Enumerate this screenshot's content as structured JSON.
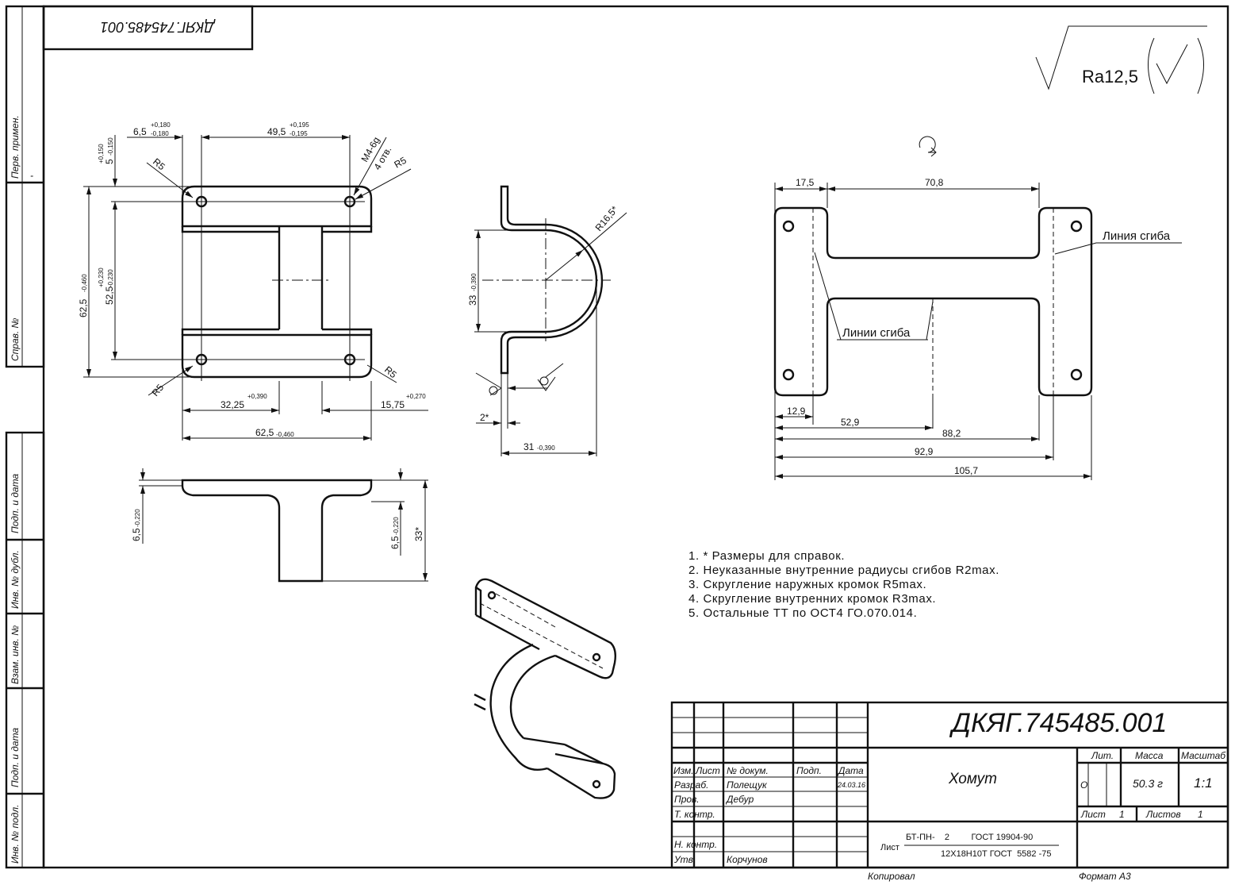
{
  "drawing": {
    "designation": "ДКЯГ.745485.001",
    "designation_rotated": "ДКЯГ.745485.001",
    "roughness": "Ra12,5"
  },
  "margin": {
    "perv_primen": "Перв. примен.",
    "perv_primen_value": "-",
    "sprav_no": "Справ. №",
    "podp_data_1": "Подп. и дата",
    "inv_dubl": "Инв. № дубл.",
    "vzam_inv": "Взам. инв. №",
    "podp_data_2": "Подп. и дата",
    "inv_podl": "Инв. № подл."
  },
  "front_view": {
    "d_6_5": "6,5",
    "d_6_5_up": "+0,180",
    "d_6_5_lo": "-0,180",
    "d_49_5": "49,5",
    "d_49_5_up": "+0,195",
    "d_49_5_lo": "-0,195",
    "d_5": "5",
    "d_5_up": "+0,150",
    "d_5_lo": "-0,150",
    "d_62_5v": "62,5",
    "d_62_5v_lo": "-0,460",
    "d_52_5": "52,5",
    "d_52_5_up": "+0,230",
    "d_52_5_lo": "-0,230",
    "thread": "М4-6g",
    "holes": "4 отв.",
    "r5": "R5",
    "d_32_25": "32,25",
    "d_32_25_up": "+0,390",
    "d_15_75": "15,75",
    "d_15_75_up": "+0,270",
    "d_62_5h": "62,5",
    "d_62_5h_lo": "-0,460"
  },
  "side_view": {
    "r16_5": "R16,5*",
    "d_33": "33",
    "d_33_lo": "-0,390",
    "d_2": "2*",
    "d_31": "31",
    "d_31_lo": "-0,390"
  },
  "bottom_view": {
    "d_6_5a": "6,5",
    "d_6_5a_lo": "-0,220",
    "d_6_5b": "6,5",
    "d_6_5b_lo": "-0,220",
    "d_33": "33*"
  },
  "flat_pattern": {
    "d_17_5": "17,5",
    "d_70_8": "70,8",
    "bend_line": "Линия сгиба",
    "bend_lines": "Линии сгиба",
    "d_12_9": "12,9",
    "d_52_9": "52,9",
    "d_88_2": "88,2",
    "d_92_9": "92,9",
    "d_105_7": "105,7"
  },
  "notes": [
    "1.  * Размеры для справок.",
    "2.  Неуказанные внутренние радиусы сгибов R2max.",
    "3.  Скругление наружных кромок R5max.",
    "4.  Скругление внутренних кромок R3max.",
    "5.  Остальные ТТ по ОСТ4 ГО.070.014."
  ],
  "title_block": {
    "designation": "ДКЯГ.745485.001",
    "name": "Хомут",
    "headers": {
      "izm": "Изм.",
      "list": "Лист",
      "doc": "№ докум.",
      "podp": "Подп.",
      "date": "Дата"
    },
    "roles": {
      "razrab": "Разраб.",
      "prov": "Пров.",
      "tkontr": "Т. контр.",
      "nkontr": "Н. контр.",
      "utv": "Утв."
    },
    "people": {
      "razrab": "Полещук",
      "prov": "Дебур",
      "utv": "Корчунов"
    },
    "date_razrab": "24.03.16",
    "lit_label": "Лит.",
    "mass_label": "Масса",
    "scale_label": "Масштаб",
    "lit_value": "О",
    "mass_value": "50.3 г",
    "scale_value": "1:1",
    "sheet_label": "Лист",
    "sheet_value": "1",
    "sheets_label": "Листов",
    "sheets_value": "1",
    "material_prefix": "Лист",
    "material_top": "БТ-ПН-    2         ГОСТ 19904-90",
    "material_bottom": "12Х18Н10Т ГОСТ  5582 -75",
    "copied": "Копировал",
    "format": "Формат А3"
  }
}
